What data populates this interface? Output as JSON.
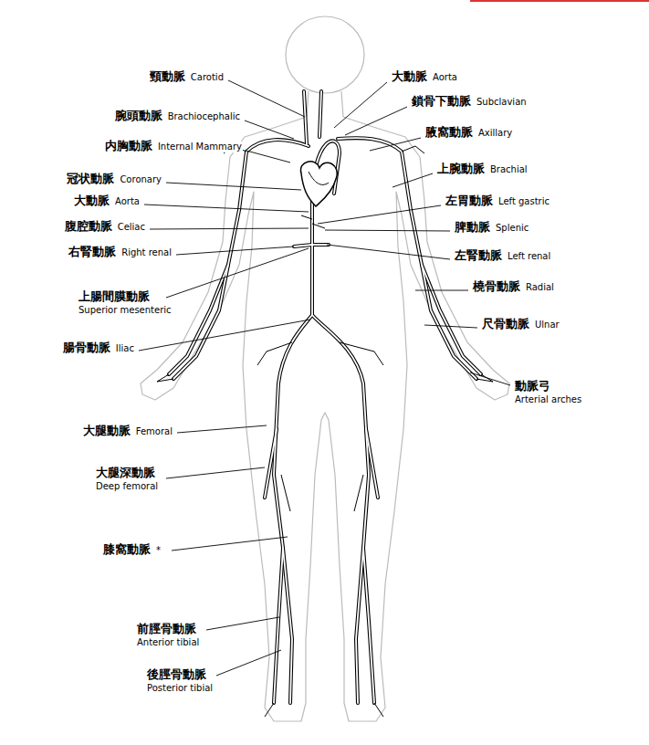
{
  "diagram": {
    "labels": [
      "頸動脈",
      "Carotid",
      "大動脈",
      "Aorta",
      "鎖骨下動脈",
      "Subclavian",
      "腕頭動脈",
      "Brachiocephalic",
      "腋窩動脈",
      "Axillary",
      "内胸動脈",
      "Internal Mammary",
      "上腕動脈",
      "Brachial",
      "冠状動脈",
      "Coronary",
      "大動脈",
      "Aorta",
      "左胃動脈",
      "Left gastric",
      "腹腔動脈",
      "Celiac",
      "脾動脈",
      "Splenic",
      "右腎動脈",
      "Right renal",
      "左腎動脈",
      "Left renal",
      "橈骨動脈",
      "Radial",
      "上腸間膜動脈",
      "Superior mesenteric",
      "尺骨動脈",
      "Ulnar",
      "腸骨動脈",
      "Iliac",
      "動脈弓",
      "Arterial arches",
      "大腿動脈",
      "Femoral",
      "大腿深動脈",
      "Deep femoral",
      "膝窩動脈",
      "*",
      "前脛骨動脈",
      "Anterior tibial",
      "後脛骨動脈",
      "Posterior tibial"
    ]
  }
}
